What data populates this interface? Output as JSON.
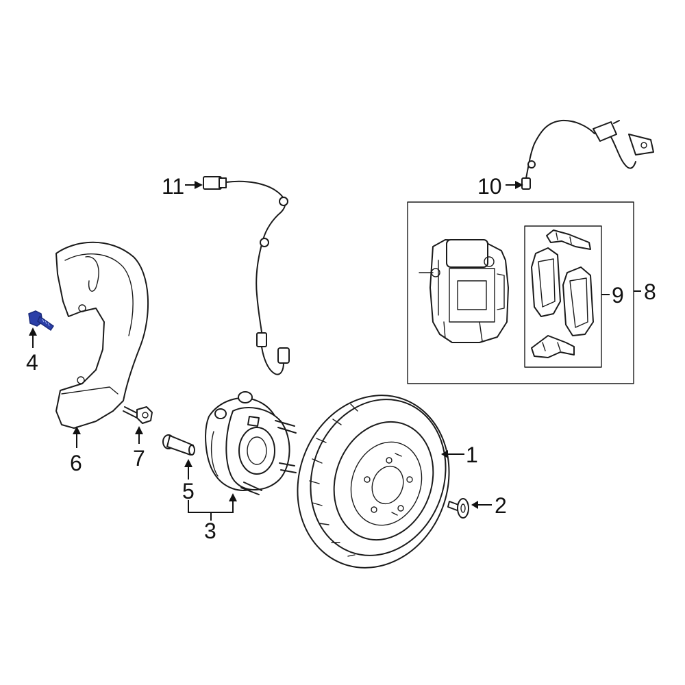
{
  "colors": {
    "line": "#1a1a1a",
    "highlight": "#2b3fa8",
    "background": "#ffffff"
  },
  "callouts": [
    {
      "id": "1",
      "text": "1"
    },
    {
      "id": "2",
      "text": "2"
    },
    {
      "id": "3",
      "text": "3"
    },
    {
      "id": "4",
      "text": "4"
    },
    {
      "id": "5",
      "text": "5"
    },
    {
      "id": "6",
      "text": "6"
    },
    {
      "id": "7",
      "text": "7"
    },
    {
      "id": "8",
      "text": "8"
    },
    {
      "id": "9",
      "text": "9"
    },
    {
      "id": "10",
      "text": "10"
    },
    {
      "id": "11",
      "text": "11"
    }
  ]
}
